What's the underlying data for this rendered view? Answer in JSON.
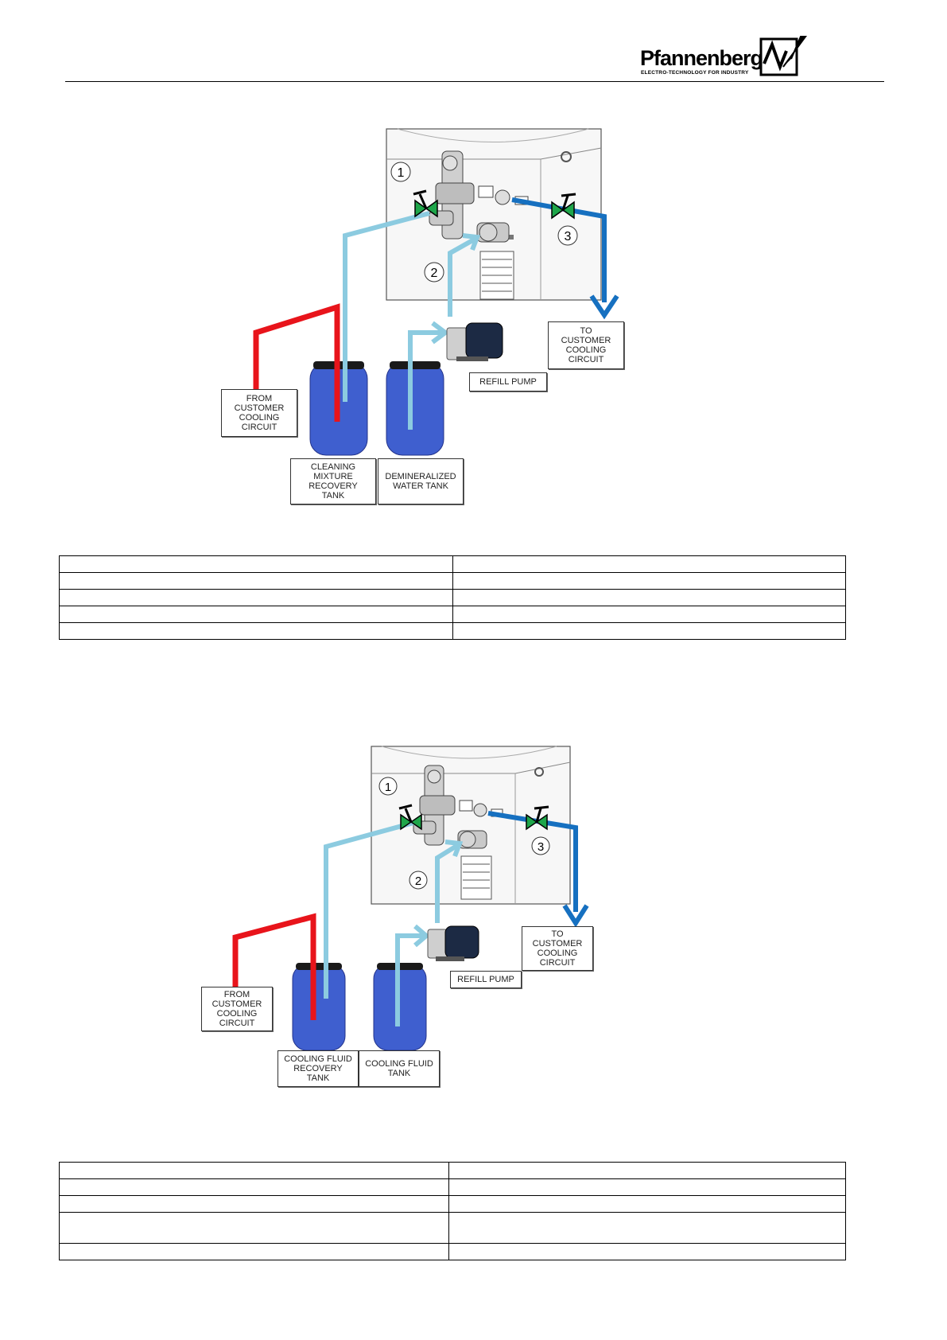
{
  "header": {
    "logo_name": "Pfannenberg",
    "logo_tagline": "ELECTRO-TECHNOLOGY FOR INDUSTRY",
    "logo_icon": "pfannenberg-wave-logo"
  },
  "figure1": {
    "callouts": [
      "1",
      "2",
      "3"
    ],
    "labels": {
      "to_customer": [
        "TO",
        "CUSTOMER",
        "COOLING",
        "CIRCUIT"
      ],
      "refill_pump": "REFILL PUMP",
      "from_customer": [
        "FROM",
        "CUSTOMER",
        "COOLING",
        "CIRCUIT"
      ],
      "left_tank": [
        "CLEANING",
        "MIXTURE",
        "RECOVERY",
        "TANK"
      ],
      "right_tank": [
        "DEMINERALIZED",
        "WATER TANK"
      ]
    }
  },
  "figure2": {
    "callouts": [
      "1",
      "2",
      "3"
    ],
    "labels": {
      "to_customer": [
        "TO",
        "CUSTOMER",
        "COOLING",
        "CIRCUIT"
      ],
      "refill_pump": "REFILL PUMP",
      "from_customer": [
        "FROM",
        "CUSTOMER",
        "COOLING",
        "CIRCUIT"
      ],
      "left_tank": [
        "COOLING FLUID",
        "RECOVERY",
        "TANK"
      ],
      "right_tank": [
        "COOLING FLUID",
        "TANK"
      ]
    }
  },
  "colors": {
    "hot_line": "#e8141b",
    "light_line": "#8ccbe0",
    "dark_line": "#1670c0",
    "tank": "#3f5fcf",
    "valve": "#1ea64a"
  }
}
